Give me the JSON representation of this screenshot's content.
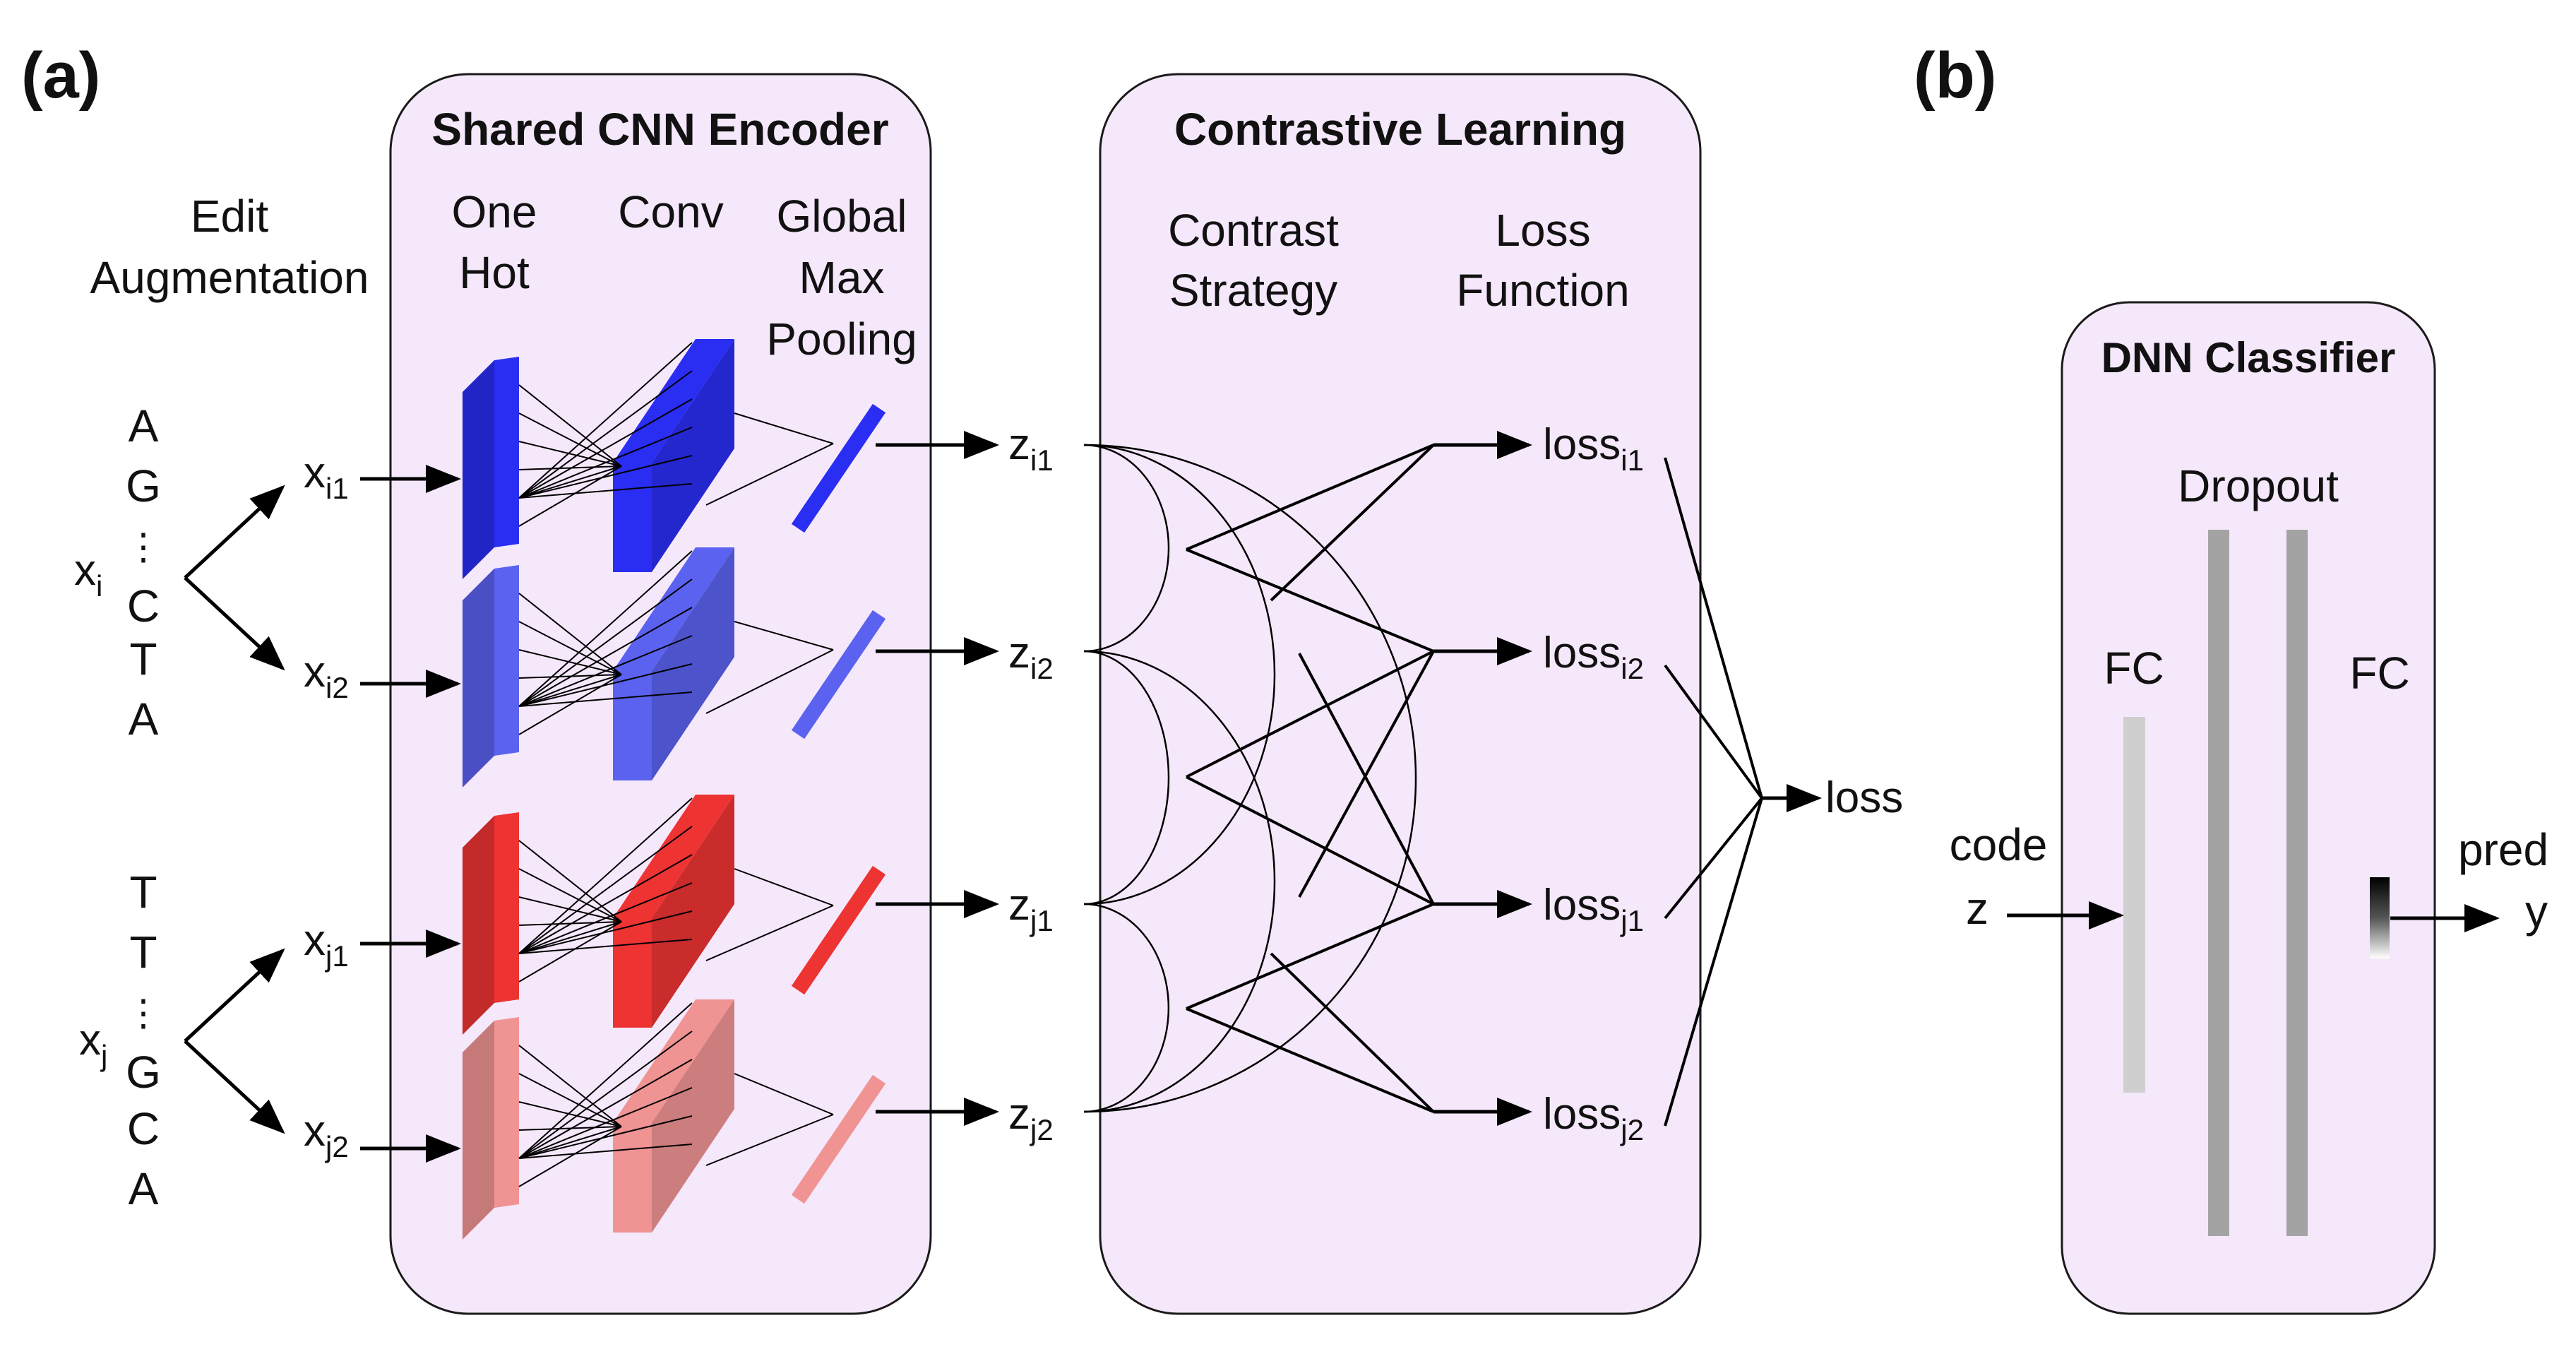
{
  "panel_a": {
    "label": "(a)",
    "sequences": {
      "xi_letters": [
        "A",
        "G",
        "⋮",
        "C",
        "T",
        "A"
      ],
      "xj_letters": [
        "T",
        "T",
        "⋮",
        "G",
        "C",
        "A"
      ],
      "xi": {
        "base": "x",
        "sub": "i"
      },
      "xj": {
        "base": "x",
        "sub": "j"
      }
    },
    "edit_augmentation": [
      "Edit",
      "Augmentation"
    ],
    "augmented": [
      {
        "base": "x",
        "sub": "i1"
      },
      {
        "base": "x",
        "sub": "i2"
      },
      {
        "base": "x",
        "sub": "j1"
      },
      {
        "base": "x",
        "sub": "j2"
      }
    ],
    "encoder": {
      "title": "Shared CNN Encoder",
      "one_hot": [
        "One",
        "Hot"
      ],
      "conv": "Conv",
      "pooling": [
        "Global",
        "Max",
        "Pooling"
      ]
    },
    "embeddings": [
      {
        "base": "z",
        "sub": "i1"
      },
      {
        "base": "z",
        "sub": "i2"
      },
      {
        "base": "z",
        "sub": "j1"
      },
      {
        "base": "z",
        "sub": "j2"
      }
    ],
    "contrastive": {
      "title": "Contrastive Learning",
      "strategy": [
        "Contrast",
        "Strategy"
      ],
      "loss_function": [
        "Loss",
        "Function"
      ]
    },
    "losses": [
      {
        "base": "loss",
        "sub": "i1"
      },
      {
        "base": "loss",
        "sub": "i2"
      },
      {
        "base": "loss",
        "sub": "j1"
      },
      {
        "base": "loss",
        "sub": "j2"
      }
    ],
    "total_loss": "loss",
    "colors": {
      "i1": "#2a2df2",
      "i2": "#5a62ef",
      "j1": "#ee3333",
      "j2": "#f09393",
      "panel_fill": "#f5e8fb"
    }
  },
  "panel_b": {
    "label": "(b)",
    "title": "DNN Classifier",
    "dropout": "Dropout",
    "fc_left": "FC",
    "fc_right": "FC",
    "input": [
      "code",
      "z"
    ],
    "output": [
      "pred",
      "y"
    ],
    "colors": {
      "fc": "#cfcfcf",
      "dropout": "#a3a3a3"
    }
  }
}
